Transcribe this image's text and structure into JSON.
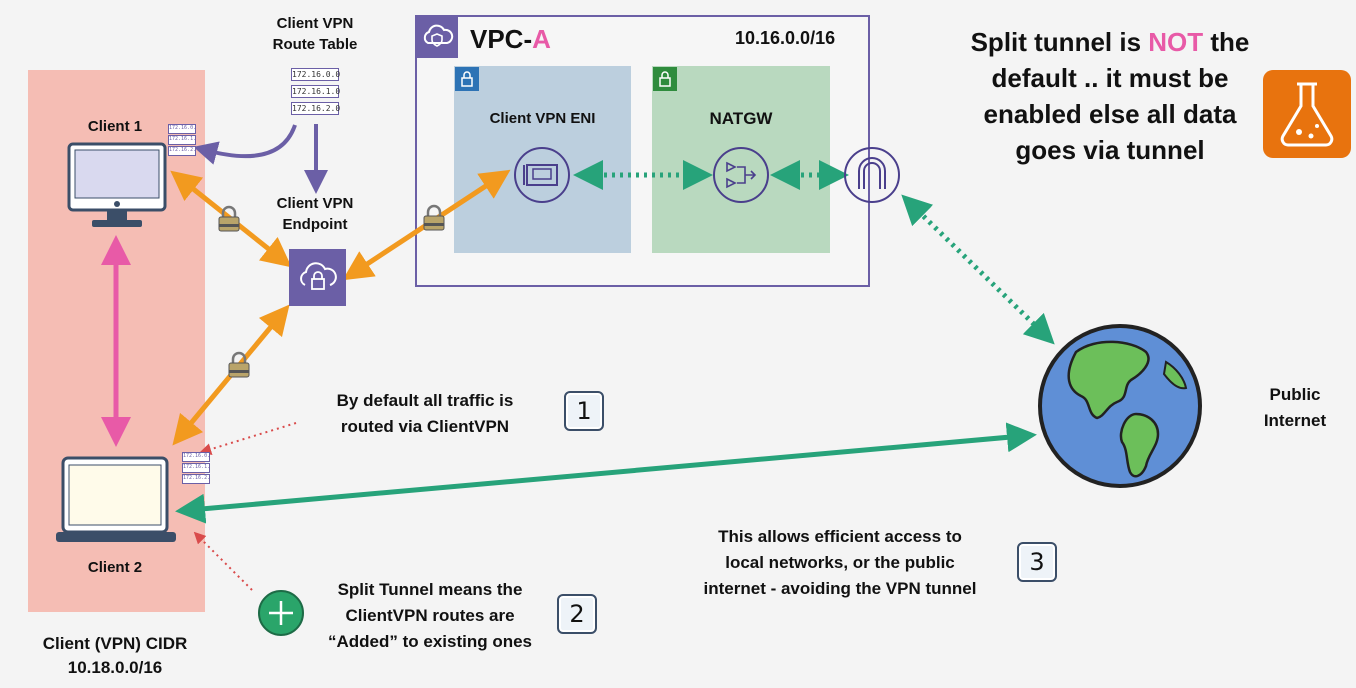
{
  "route_table": {
    "title_line1": "Client VPN",
    "title_line2": "Route Table",
    "routes": [
      "172.16.0.0",
      "172.16.1.0",
      "172.16.2.0"
    ]
  },
  "vpc": {
    "name_prefix": "VPC-",
    "name_suffix": "A",
    "cidr": "10.16.0.0/16",
    "subnet_eni_label": "Client VPN ENI",
    "subnet_natgw_label": "NATGW"
  },
  "endpoint": {
    "line1": "Client VPN",
    "line2": "Endpoint"
  },
  "clients": {
    "client1": "Client 1",
    "client2": "Client 2",
    "mini_routes": [
      "172.16.0.0",
      "172.16.1.0",
      "172.16.2.0"
    ]
  },
  "cidr": {
    "line1": "Client (VPN) CIDR",
    "line2": "10.18.0.0/16"
  },
  "internet": {
    "line1": "Public",
    "line2": "Internet"
  },
  "split_note": {
    "line1_pre": "Split tunnel is ",
    "line1_highlight": "NOT",
    "line1_post": " the",
    "line2": "default .. it must be",
    "line3": "enabled else all data",
    "line4": "goes via tunnel"
  },
  "notes": {
    "n1_line1": "By default all traffic is",
    "n1_line2": "routed via ClientVPN",
    "n1_badge": "1",
    "n2_line1": "Split Tunnel means the",
    "n2_line2": "ClientVPN routes are",
    "n2_line3": "“Added” to existing ones",
    "n2_badge": "2",
    "n3_line1": "This allows efficient access to",
    "n3_line2": "local networks, or the public",
    "n3_line3": "internet - avoiding the VPN tunnel",
    "n3_badge": "3"
  },
  "colors": {
    "purple": "#6b5fa6",
    "orange": "#f29a1f",
    "teal": "#27a37a",
    "pink": "#e85aa7",
    "highlight_pink": "#e85aa7",
    "client_zone": "#f5bdb4"
  },
  "icons": [
    "vpc-cloud-icon",
    "lock-icon",
    "eni-card-icon",
    "natgw-icon",
    "internet-gateway-icon",
    "globe-icon",
    "lab-flask-icon",
    "plus-icon",
    "monitor-icon",
    "laptop-icon",
    "vpn-endpoint-icon"
  ]
}
